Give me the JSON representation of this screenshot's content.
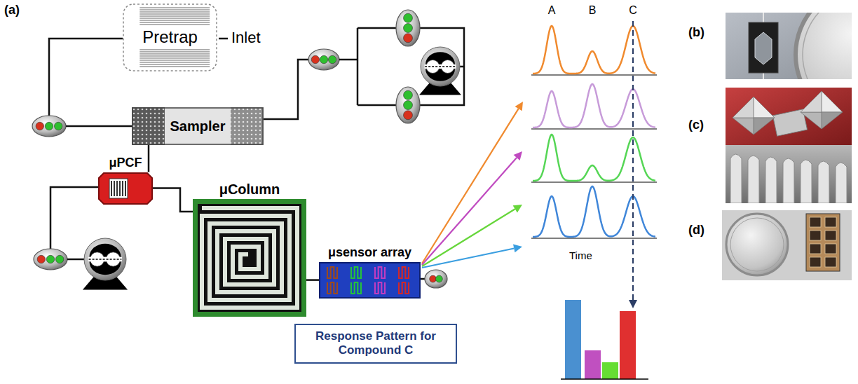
{
  "diagram": {
    "nodes": [
      {
        "text": [
          "Pretrap"
        ]
      },
      {
        "text": [
          "Sampler"
        ]
      },
      {
        "text": [
          "μPCF"
        ]
      },
      {
        "text": [
          "μColumn"
        ]
      },
      {
        "text": [
          "μsensor array"
        ]
      },
      {
        "text": [
          "Response Pattern for Compound C"
        ]
      }
    ],
    "edges": [
      {
        "from": 1,
        "to": 2,
        "arrow": "none"
      },
      {
        "from": 2,
        "to": 3,
        "arrow": "none"
      },
      {
        "from": 3,
        "to": 4,
        "arrow": "none"
      }
    ],
    "labels": [
      "(a)",
      "Inlet",
      "A",
      "B",
      "C",
      "Time",
      "(b)",
      "(c)",
      "(d)"
    ]
  }
}
